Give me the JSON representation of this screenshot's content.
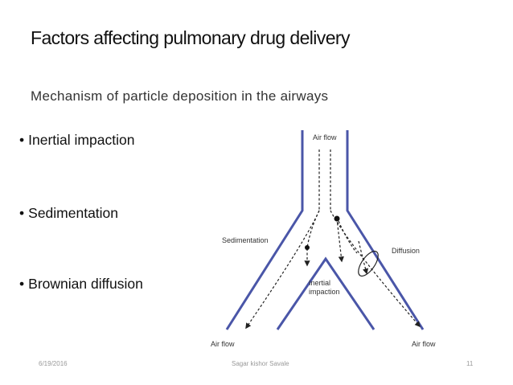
{
  "slide": {
    "title": "Factors affecting pulmonary drug delivery",
    "subtitle": "Mechanism of particle deposition in the airways",
    "bullets": [
      {
        "marker": "•",
        "label": "Inertial impaction"
      },
      {
        "marker": "•",
        "label": "Sedimentation"
      },
      {
        "marker": "•",
        "label": "Brownian diffusion"
      }
    ]
  },
  "diagram": {
    "labels": {
      "air_flow_top": "Air flow",
      "sedimentation": "Sedimentation",
      "diffusion": "Diffusion",
      "inertial_line1": "Inertial",
      "inertial_line2": "impaction",
      "air_flow_left": "Air flow",
      "air_flow_right": "Air flow"
    },
    "colors": {
      "airway_wall": "#4a56a8",
      "flow_line": "#222222"
    }
  },
  "footer": {
    "date": "6/19/2016",
    "author": "Sagar kishor Savale",
    "page": "11"
  }
}
